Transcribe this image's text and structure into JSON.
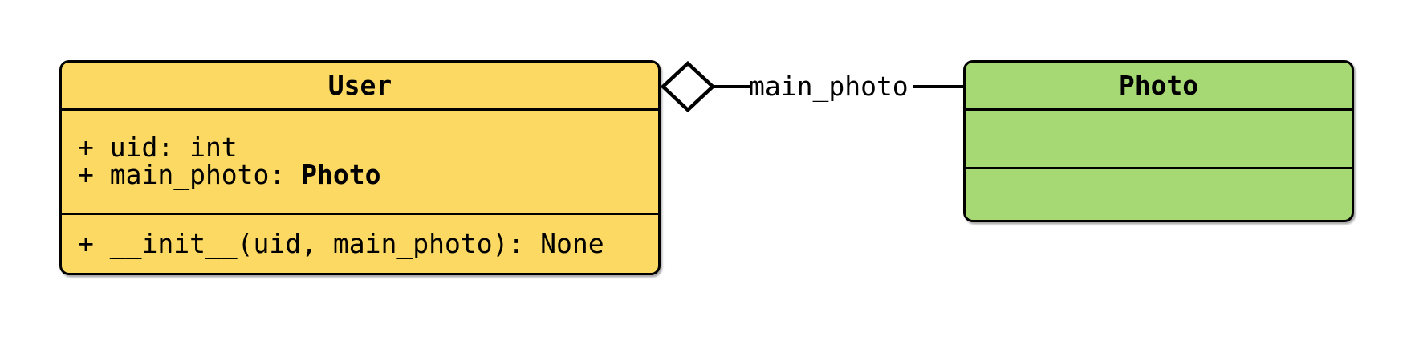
{
  "colors": {
    "user_fill": "#FBD962",
    "photo_fill": "#A6D873",
    "border": "#000000",
    "text": "#000000",
    "diamond_fill": "#FFFFFF"
  },
  "user_class": {
    "title": "User",
    "attributes": [
      {
        "label": "+ uid: int",
        "bold": ""
      },
      {
        "label": "+ main_photo: ",
        "bold": "Photo"
      }
    ],
    "methods": [
      {
        "label": "+ __init__(uid, main_photo): None",
        "bold": ""
      }
    ]
  },
  "photo_class": {
    "title": "Photo",
    "attributes": [],
    "methods": []
  },
  "relationship": {
    "kind": "aggregation",
    "diamond": "hollow",
    "label": "main_photo",
    "from": "User",
    "to": "Photo"
  }
}
